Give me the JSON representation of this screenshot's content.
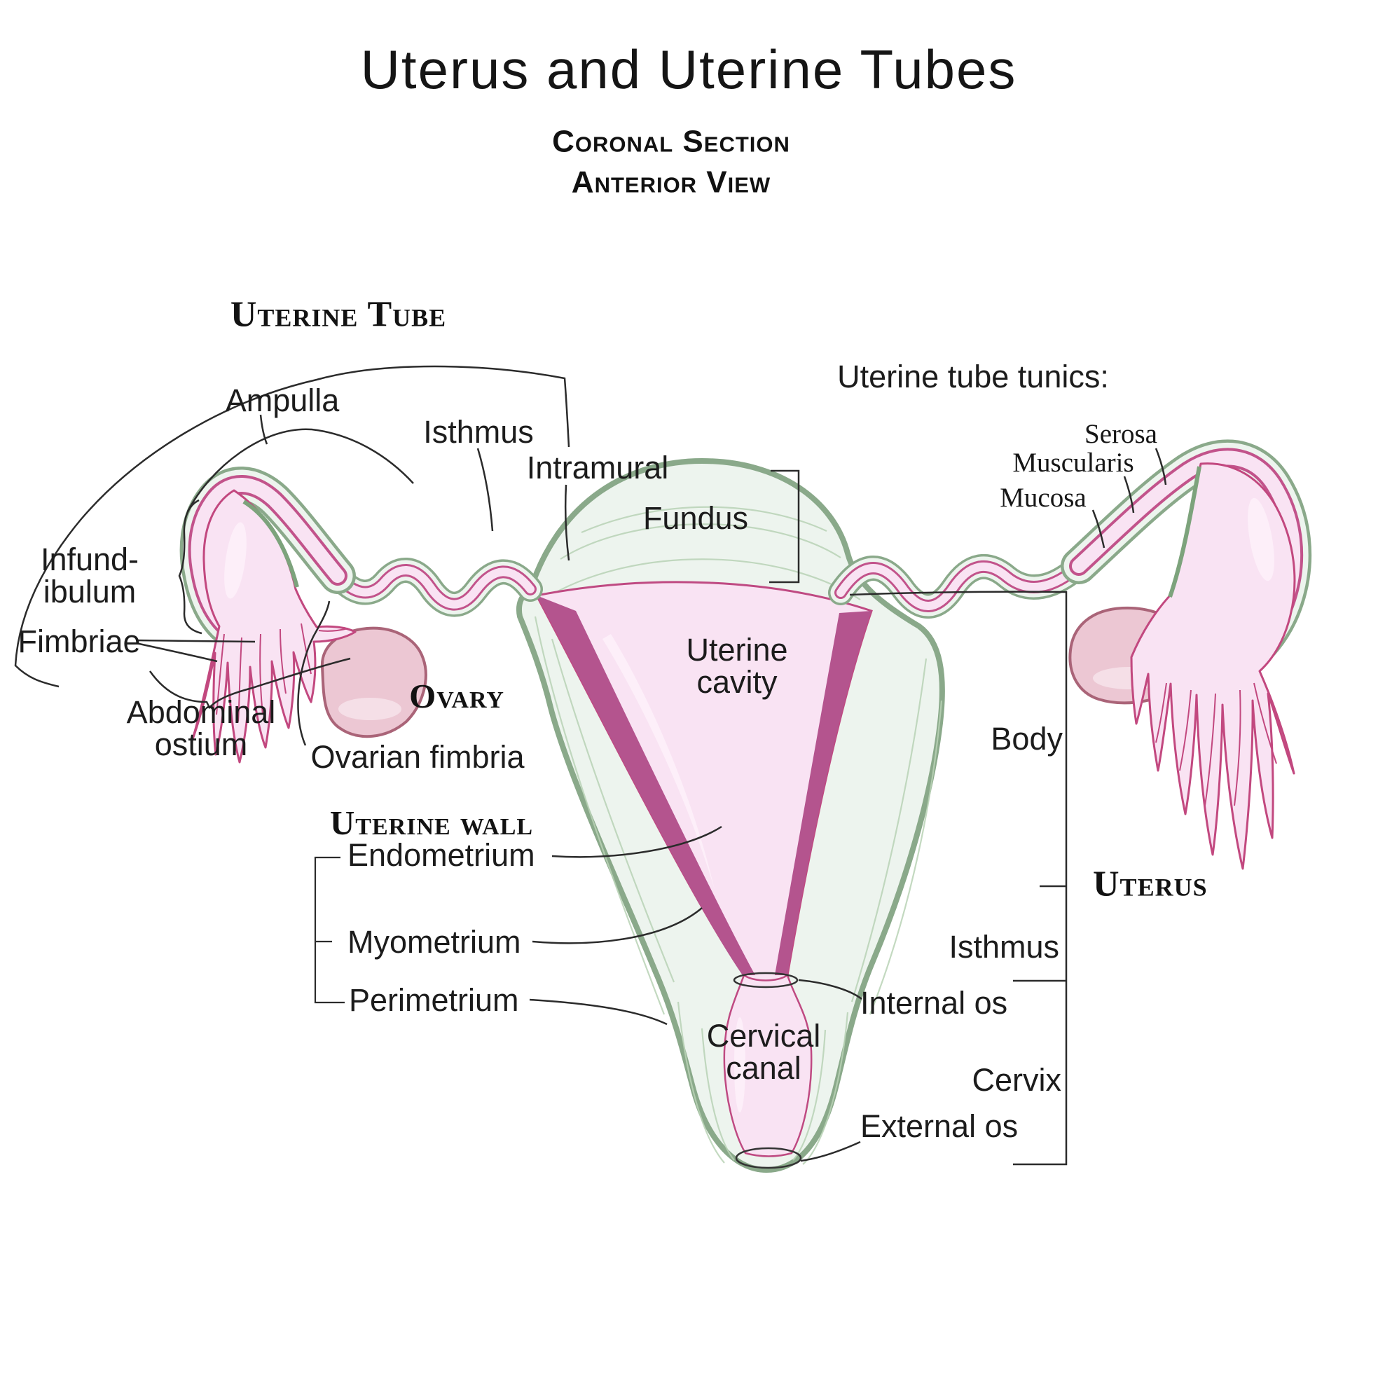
{
  "header": {
    "title": "Uterus and Uterine Tubes",
    "subtitle_line1": "Coronal Section",
    "subtitle_line2": "Anterior View"
  },
  "headings": {
    "uterine_tube": "Uterine Tube",
    "ovary": "Ovary",
    "uterine_wall": "Uterine wall",
    "uterus": "Uterus",
    "uterine_tube_tunics": "Uterine tube tunics:"
  },
  "labels": {
    "ampulla": "Ampulla",
    "isthmus_tube": "Isthmus",
    "intramural": "Intramural",
    "infundibulum_line1": "Infund-",
    "infundibulum_line2": "ibulum",
    "fimbriae": "Fimbriae",
    "abdominal_ostium_line1": "Abdominal",
    "abdominal_ostium_line2": "ostium",
    "ovarian_fimbria": "Ovarian fimbria",
    "endometrium": "Endometrium",
    "myometrium": "Myometrium",
    "perimetrium": "Perimetrium",
    "fundus": "Fundus",
    "uterine_cavity_line1": "Uterine",
    "uterine_cavity_line2": "cavity",
    "serosa": "Serosa",
    "muscularis": "Muscularis",
    "mucosa": "Mucosa",
    "body": "Body",
    "isthmus_uterus": "Isthmus",
    "internal_os": "Internal os",
    "cervical_canal_line1": "Cervical",
    "cervical_canal_line2": "canal",
    "cervix": "Cervix",
    "external_os": "External os"
  },
  "colors": {
    "background": "#ffffff",
    "text": "#1c1c1c",
    "leader_line": "#2b2b2b",
    "serosa_green": "#8aa98a",
    "serosa_green_dark": "#7da37c",
    "myometrium_mint": "#edf4ee",
    "streak_green": "#b9d3b6",
    "mucosa_magenta": "#c2538b",
    "lumen_pink": "#f9e3f3",
    "highlight_pink": "#fdeff9",
    "endometrium_band": "#b4548e",
    "ovary_fill": "#ecc7d3",
    "ovary_stroke": "#aa6478",
    "ovary_highlight": "#f5dfe7",
    "fimbriae_stroke": "#c2487f"
  }
}
